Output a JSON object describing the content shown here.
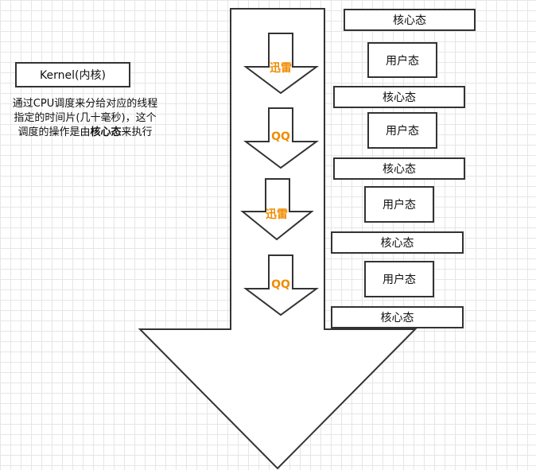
{
  "kernel_box": {
    "label": "Kernel(内核)"
  },
  "description": {
    "text_before": "通过CPU调度来分给对应的线程指定的时间片(几十毫秒)，这个调度的操作是由",
    "text_bold": "核心态",
    "text_after": "来执行"
  },
  "arrow_labels": [
    "迅雷",
    "QQ",
    "迅雷",
    "QQ"
  ],
  "mode_boxes": [
    "核心态",
    "用户态",
    "核心态",
    "用户态",
    "核心态",
    "用户态",
    "核心态",
    "用户态",
    "核心态"
  ],
  "colors": {
    "app_label": "#f08c00",
    "stroke": "#333333",
    "grid": "#e6e6e6"
  }
}
